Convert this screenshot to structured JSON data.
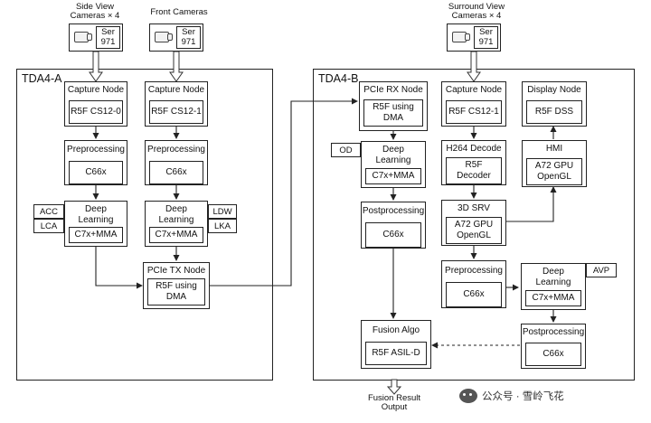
{
  "inputs": {
    "side_cameras": "Side View\nCameras × 4",
    "front_cameras": "Front Cameras",
    "surround_cameras": "Surround View\nCameras × 4",
    "ser_label": "Ser\n971"
  },
  "tda4a": {
    "title": "TDA4-A",
    "capture0": {
      "title": "Capture Node",
      "core": "R5F CS12-0"
    },
    "capture1": {
      "title": "Capture Node",
      "core": "R5F CS12-1"
    },
    "pre0": {
      "title": "Preprocessing",
      "core": "C66x"
    },
    "pre1": {
      "title": "Preprocessing",
      "core": "C66x"
    },
    "dl0": {
      "title": "Deep\nLearning",
      "core": "C7x+MMA",
      "tags": [
        "ACC",
        "LCA"
      ]
    },
    "dl1": {
      "title": "Deep\nLearning",
      "core": "C7x+MMA",
      "tags": [
        "LDW",
        "LKA"
      ]
    },
    "pcie_tx": {
      "title": "PCIe TX Node",
      "core": "R5F using\nDMA"
    }
  },
  "tda4b": {
    "title": "TDA4-B",
    "pcie_rx": {
      "title": "PCIe RX Node",
      "core": "R5F using\nDMA"
    },
    "capture": {
      "title": "Capture Node",
      "core": "R5F CS12-1"
    },
    "display": {
      "title": "Display Node",
      "core": "R5F DSS"
    },
    "dl_od": {
      "title": "Deep\nLearning",
      "core": "C7x+MMA",
      "tag": "OD"
    },
    "h264": {
      "title": "H264 Decode",
      "core": "R5F\nDecoder"
    },
    "hmi": {
      "title": "HMI",
      "core": "A72 GPU\nOpenGL"
    },
    "post0": {
      "title": "Postprocessing",
      "core": "C66x"
    },
    "srv": {
      "title": "3D SRV",
      "core": "A72 GPU\nOpenGL"
    },
    "pre": {
      "title": "Preprocessing",
      "core": "C66x"
    },
    "dl_avp": {
      "title": "Deep\nLearning",
      "core": "C7x+MMA",
      "tag": "AVP"
    },
    "fusion": {
      "title": "Fusion Algo",
      "core": "R5F ASIL-D"
    },
    "post1": {
      "title": "Postprocessing",
      "core": "C66x"
    }
  },
  "output": {
    "label": "Fusion Result\nOutput"
  },
  "watermark": {
    "text": "公众号 · 雪岭飞花"
  }
}
